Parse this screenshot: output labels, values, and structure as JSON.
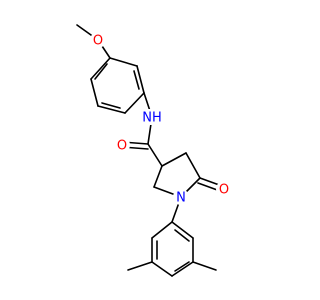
{
  "molecule": {
    "atoms": {
      "o_methoxy": {
        "symbol": "O",
        "color": "#ff0000"
      },
      "n_amide": {
        "symbol": "NH",
        "color": "#0000ff"
      },
      "o_amide": {
        "symbol": "O",
        "color": "#ff0000"
      },
      "n_ring": {
        "symbol": "N",
        "color": "#0000ff"
      },
      "o_ketone": {
        "symbol": "O",
        "color": "#ff0000"
      }
    },
    "bond_color": "#000000",
    "background": "#ffffff"
  }
}
